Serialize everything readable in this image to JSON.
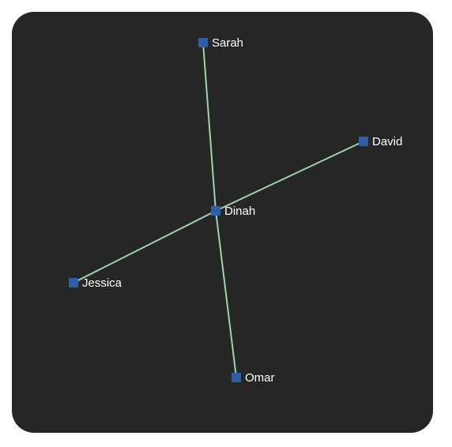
{
  "graph": {
    "colors": {
      "background": "#262626",
      "edge": "#9fd3a8",
      "node": "#2d5fa6",
      "label": "#ffffff"
    },
    "nodes": [
      {
        "id": "sarah",
        "label": "Sarah"
      },
      {
        "id": "david",
        "label": "David"
      },
      {
        "id": "dinah",
        "label": "Dinah"
      },
      {
        "id": "jessica",
        "label": "Jessica"
      },
      {
        "id": "omar",
        "label": "Omar"
      }
    ],
    "edges": [
      {
        "from": "sarah",
        "to": "dinah"
      },
      {
        "from": "dinah",
        "to": "omar"
      },
      {
        "from": "jessica",
        "to": "dinah"
      },
      {
        "from": "dinah",
        "to": "david"
      }
    ]
  }
}
